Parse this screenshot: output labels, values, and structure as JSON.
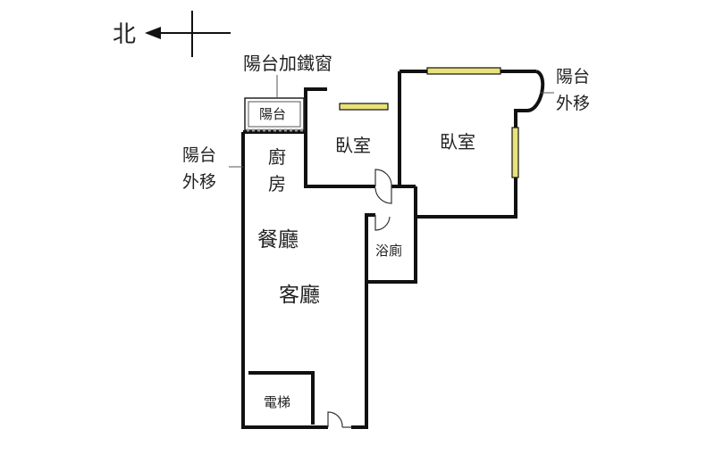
{
  "compass": {
    "north_label": "北"
  },
  "labels": {
    "balcony_iron_window": "陽台加鐵窗",
    "balcony_outward_right_1": "陽台",
    "balcony_outward_right_2": "外移",
    "balcony_outward_left_1": "陽台",
    "balcony_outward_left_2": "外移"
  },
  "rooms": {
    "balcony": "陽台",
    "kitchen_1": "廚",
    "kitchen_2": "房",
    "bedroom_small": "臥室",
    "bedroom_large": "臥室",
    "dining": "餐廳",
    "living": "客廳",
    "bathroom": "浴廁",
    "elevator": "電梯"
  },
  "colors": {
    "wall": "#111111",
    "window": "#e9e27a"
  }
}
